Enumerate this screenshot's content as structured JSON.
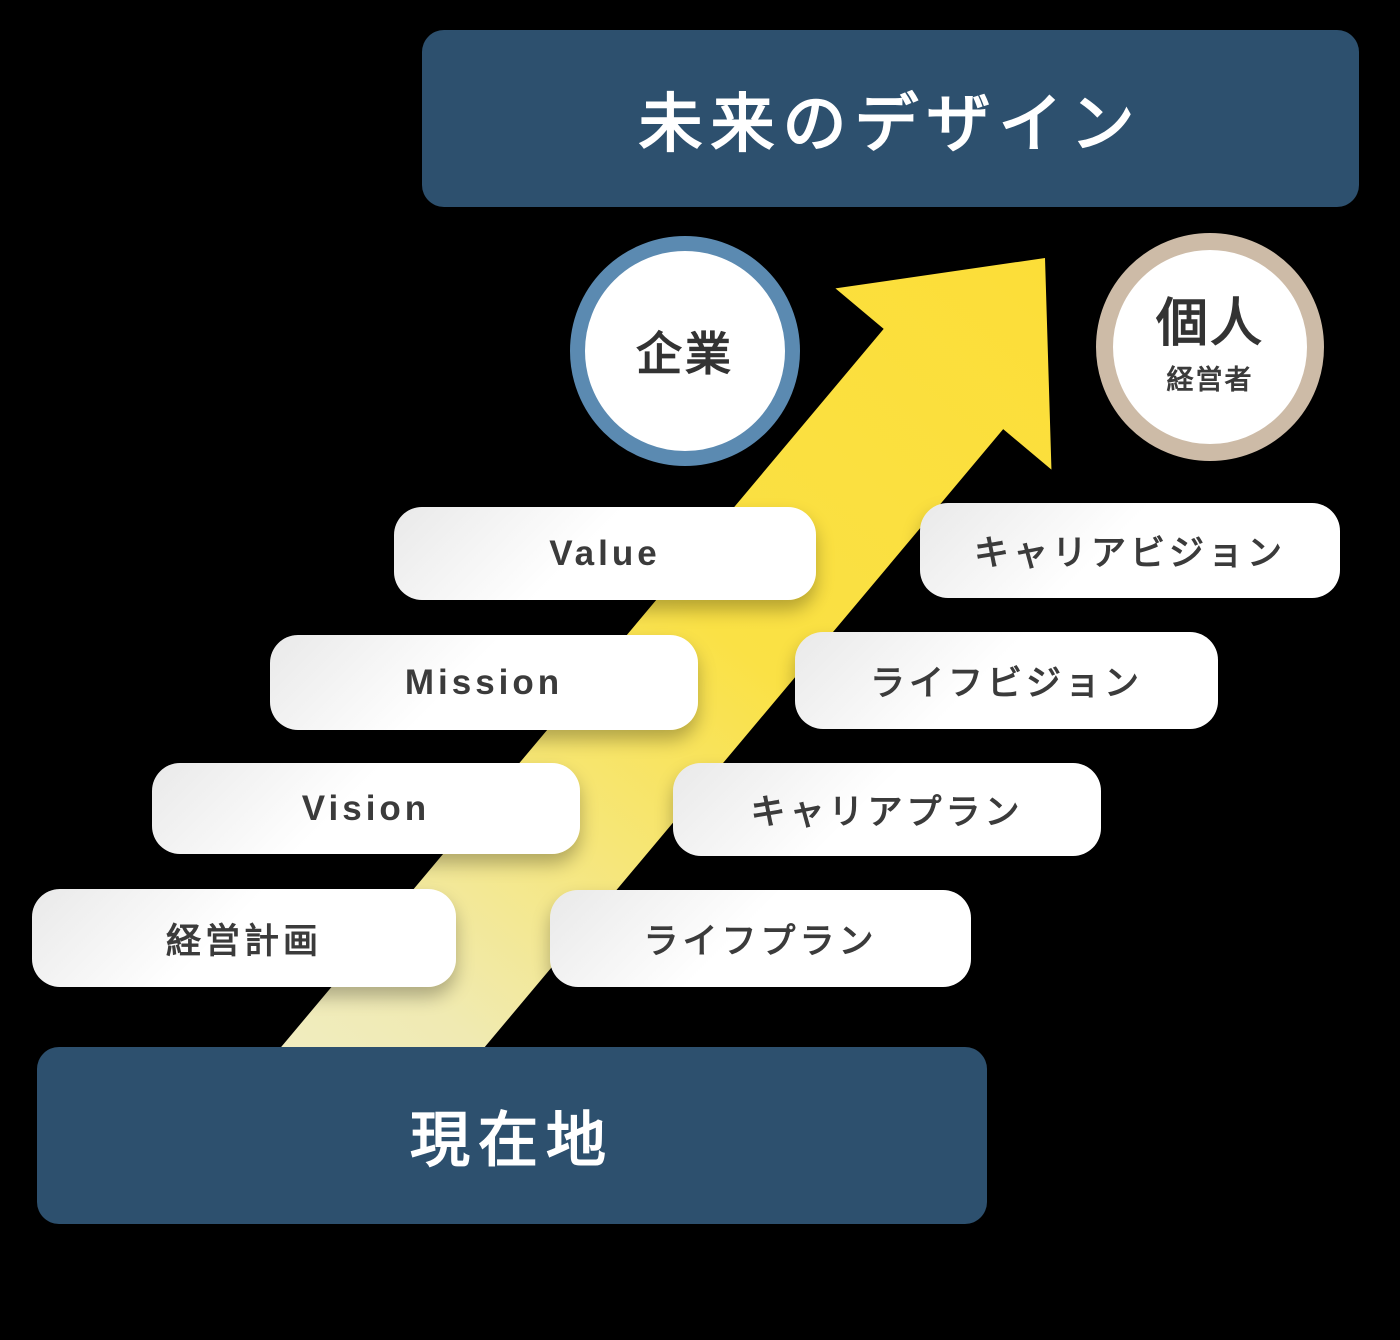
{
  "banners": {
    "future": {
      "label": "未来のデザイン"
    },
    "current": {
      "label": "現在地"
    }
  },
  "circles": {
    "company": {
      "label": "企業"
    },
    "individual": {
      "label": "個人",
      "sublabel": "経営者"
    }
  },
  "company_steps": [
    "Value",
    "Mission",
    "Vision",
    "経営計画"
  ],
  "individual_steps": [
    "キャリアビジョン",
    "ライフビジョン",
    "キャリアプラン",
    "ライフプラン"
  ],
  "colors": {
    "background": "#000000",
    "banner_navy": "#2d506e",
    "banner_text": "#ffffff",
    "arrow_yellow": "#fcdf3a",
    "arrow_tail_pale": "#f1edc5",
    "company_ring_blue": "#5b8ab1",
    "individual_ring_tan": "#cdbba7",
    "box_background": "#ffffff",
    "box_text": "#3b3b3b"
  }
}
